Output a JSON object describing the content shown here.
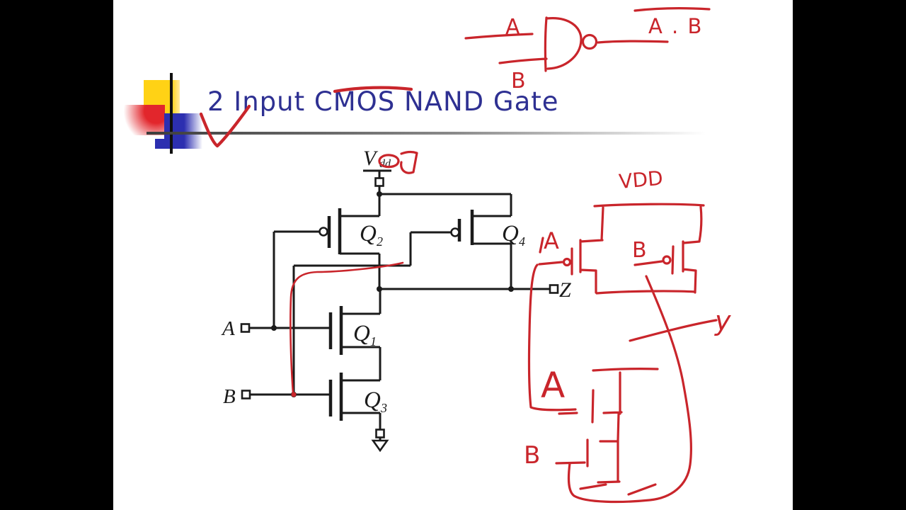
{
  "frame": {
    "letterbox_color": "#000000",
    "slide_color": "#ffffff"
  },
  "title": {
    "text": "2 Input CMOS NAND Gate",
    "color": "#2e3092",
    "underline": true
  },
  "decor": {
    "yellow": "#ffd215",
    "blue": "#2c2fb0",
    "red": "#e2262c"
  },
  "circuit": {
    "ink_color": "#1b1b1b",
    "vdd": {
      "letter": "V",
      "sub": "dd"
    },
    "transistors": [
      {
        "letter": "Q",
        "sub": "2"
      },
      {
        "letter": "Q",
        "sub": "4"
      },
      {
        "letter": "Q",
        "sub": "1"
      },
      {
        "letter": "Q",
        "sub": "3"
      }
    ],
    "input_a": "A",
    "input_b": "B",
    "output": "Z"
  },
  "annotations": {
    "pen_color": "#c9252b",
    "nand_gate": {
      "input_a": "A",
      "input_b": "B",
      "output": "A . B"
    },
    "vdd_scribble": "D",
    "cmos_sketch": {
      "vdd": "VDD",
      "pmos_a": "A",
      "pmos_b": "B",
      "nmos_a": "A",
      "nmos_b": "B",
      "output": "y"
    }
  }
}
